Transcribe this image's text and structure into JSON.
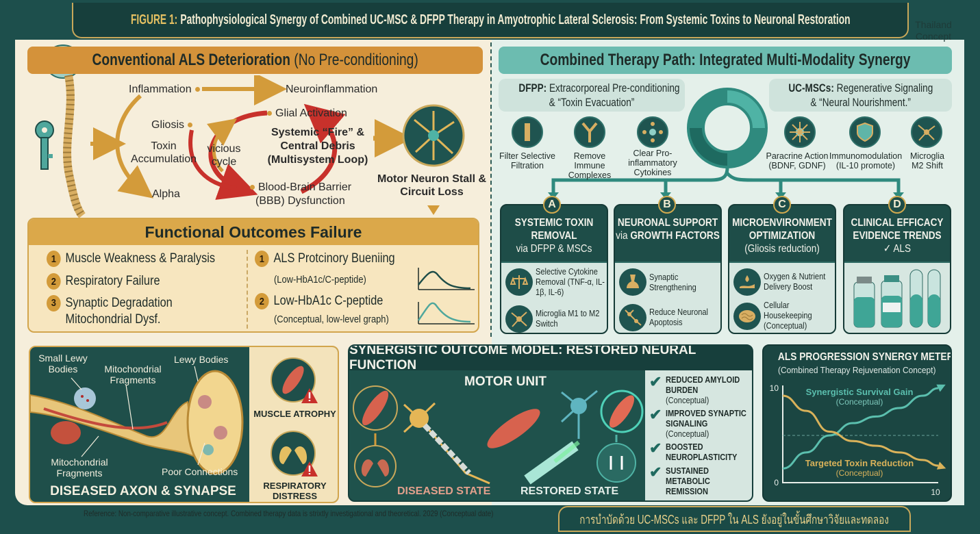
{
  "title": {
    "prefix": "FIGURE 1:",
    "text": "Pathophysiological Synergy of Combined UC-MSC & DFPP Therapy in Amyotrophic Lateral Sclerosis: From Systemic Toxins to Neuronal Restoration"
  },
  "tag": "Thailand Concept",
  "left": {
    "header_bold": "Conventional ALS Deterioration",
    "header_rest": " (No Pre-conditioning)",
    "flow": {
      "inflammation": "Inflammation",
      "neuroinflammation": "Neuroinflammation",
      "glial": "Glial Activation",
      "gliosis": "Gliosis",
      "toxin": "Toxin Accumulation",
      "vicious": "vicious cycle",
      "fire": "Systemic “Fire” & Central Debris (Multisystem Loop)",
      "alpha": "Alpha",
      "bbb1": "Blood-Brain Barrier",
      "bbb2": "(BBB) Dysfunction",
      "motor": "Motor Neuron Stall & Circuit Loss"
    },
    "outcomes": {
      "title": "Functional Outcomes Failure",
      "left_items": [
        {
          "n": "1",
          "text": "Muscle Weakness & Paralysis"
        },
        {
          "n": "2",
          "text": "Respiratory Failure"
        },
        {
          "n": "3",
          "text": "Synaptic Degradation",
          "text2": "Mitochondrial Dysf."
        }
      ],
      "right_items": [
        {
          "n": "1",
          "text": "ALS Protcinory Bueniing",
          "sub": "(Low-HbA1c/C-peptide)"
        },
        {
          "n": "2",
          "text": "Low-HbA1c C-peptide",
          "sub": "(Conceptual, low-level graph)"
        }
      ]
    }
  },
  "right": {
    "header": "Combined Therapy Path: Integrated Multi-Modality Synergy",
    "dfpp": {
      "bold": "DFPP:",
      "rest": " Extracorporeal Pre-conditioning",
      "line2": "& “Toxin Evacuation”"
    },
    "ucmsc": {
      "bold": "UC-MSCs:",
      "rest": " Regenerative Signaling",
      "line2": "& “Neural Nourishment.”"
    },
    "icons": [
      {
        "label": "Filter Selective Filtration"
      },
      {
        "label": "Remove Immune Complexes"
      },
      {
        "label": "Clear Pro-inflammatory Cytokines"
      },
      {
        "label": "Paracrine Action (BDNF, GDNF)"
      },
      {
        "label": "Immunomodulation (IL-10 promote)"
      },
      {
        "label": "Microglia M2 Shift"
      }
    ],
    "cards": [
      {
        "badge": "A",
        "title": "SYSTEMIC TOXIN REMOVAL",
        "sub": "via DFPP & MSCs",
        "items": [
          "Selective Cytokine Removal (TNF-α, IL-1β, IL-6)",
          "Microglia M1 to M2 Switch"
        ]
      },
      {
        "badge": "B",
        "title": "NEURONAL SUPPORT",
        "sub_pre": "via ",
        "sub_bold": "GROWTH FACTORS",
        "items": [
          "Synaptic Strengthening",
          "Reduce Neuronal Apoptosis"
        ]
      },
      {
        "badge": "C",
        "title": "MICROENVIRONMENT OPTIMIZATION",
        "sub": "(Gliosis reduction)",
        "items": [
          "Oxygen & Nutrient Delivery Boost",
          "Cellular Housekeeping (Conceptual)"
        ]
      },
      {
        "badge": "D",
        "title": "CLINICAL EFFICACY EVIDENCE TRENDS",
        "sub": "✓ ALS",
        "items": []
      }
    ]
  },
  "diseased": {
    "labels": {
      "small_lewy": "Small Lewy Bodies",
      "mito1": "Mitochondrial Fragments",
      "lewy": "Lewy Bodies",
      "mito2": "Mitochondrial Fragments",
      "poor": "Poor Connections"
    },
    "title": "DISEASED AXON & SYNAPSE",
    "muscle": "MUSCLE ATROPHY",
    "resp": "RESPIRATORY DISTRESS"
  },
  "synergy": {
    "title": "SYNERGISTIC OUTCOME MODEL: RESTORED NEURAL FUNCTION",
    "motor_unit": "MOTOR UNIT",
    "diseased_state": "DISEASED STATE",
    "restored_state": "RESTORED STATE",
    "checks": [
      {
        "title": "REDUCED AMYLOID BURDEN",
        "note": "(Conceptual)"
      },
      {
        "title": "IMPROVED SYNAPTIC SIGNALING",
        "note": "(Conceptual)"
      },
      {
        "title": "BOOSTED NEUROPLASTICITY",
        "note": ""
      },
      {
        "title": "SUSTAINED METABOLIC REMISSION",
        "note": ""
      }
    ]
  },
  "chart_data": {
    "type": "line",
    "title": "ALS PROGRESSION SYNERGY METER",
    "subtitle": "(Combined Therapy Rejuvenation Concept)",
    "xlim": [
      0,
      10
    ],
    "ylim": [
      0,
      10
    ],
    "x_ticks": [
      "10"
    ],
    "y_ticks": [
      "0",
      "10"
    ],
    "series": [
      {
        "name": "Synergistic Survival Gain",
        "note": "(Conceptual)",
        "color": "#5bbfae",
        "x": [
          0,
          1.5,
          3,
          4.5,
          6,
          7.5,
          9,
          10
        ],
        "y": [
          1.5,
          3.2,
          5.0,
          6.3,
          7.0,
          7.9,
          9.2,
          10
        ]
      },
      {
        "name": "Targeted Toxin Reduction",
        "note": "(Conceptual)",
        "color": "#d9b25a",
        "x": [
          0,
          1.5,
          3,
          4.5,
          6,
          7.5,
          9,
          10
        ],
        "y": [
          9.2,
          7.6,
          5.4,
          4.4,
          3.9,
          3.2,
          2.4,
          1.8
        ]
      }
    ],
    "reference_line_y": 5
  },
  "footer": {
    "reference": "Reference: Non-comparative illustrative concept. Combined therapy data is strixtly investigational and theoretical. 2029 (Conceptual date)",
    "thai": "การบำบัดด้วย UC-MSCs และ DFPP ใน ALS ยังอยู่ในขั้นศึกษาวิจัยและทดลอง"
  }
}
